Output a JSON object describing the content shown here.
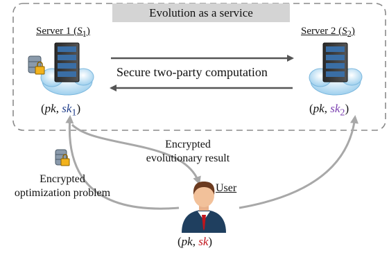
{
  "title": "Evolution as a service",
  "server1": {
    "name": "Server 1 (",
    "sym": "S",
    "sub": "1",
    "close": ")",
    "key_open": "(",
    "pk": "pk",
    "comma": ", ",
    "sk": "sk",
    "sk_sub": "1",
    "key_close": ")"
  },
  "server2": {
    "name": "Server 2 (",
    "sym": "S",
    "sub": "2",
    "close": ")",
    "key_open": "(",
    "pk": "pk",
    "comma": ", ",
    "sk": "sk",
    "sk_sub": "2",
    "key_close": ")"
  },
  "secure_label": "Secure two-party computation",
  "encrypted_result": {
    "line1": "Encrypted",
    "line2": "evolutionary result"
  },
  "encrypted_problem": {
    "line1": "Encrypted",
    "line2": "optimization problem"
  },
  "user": {
    "label": "User",
    "key_open": "(",
    "pk": "pk",
    "comma": ", ",
    "sk": "sk",
    "key_close": ")"
  },
  "icons": [
    "server-cloud-icon",
    "database-lock-icon",
    "user-avatar-icon"
  ],
  "colors": {
    "sk1": "#1f3d8a",
    "sk2": "#7a3fb0",
    "sk": "#c0141b",
    "arrow_dark": "#555555",
    "arrow_light": "#a8a8a8",
    "box_border": "#8a8a8a"
  }
}
